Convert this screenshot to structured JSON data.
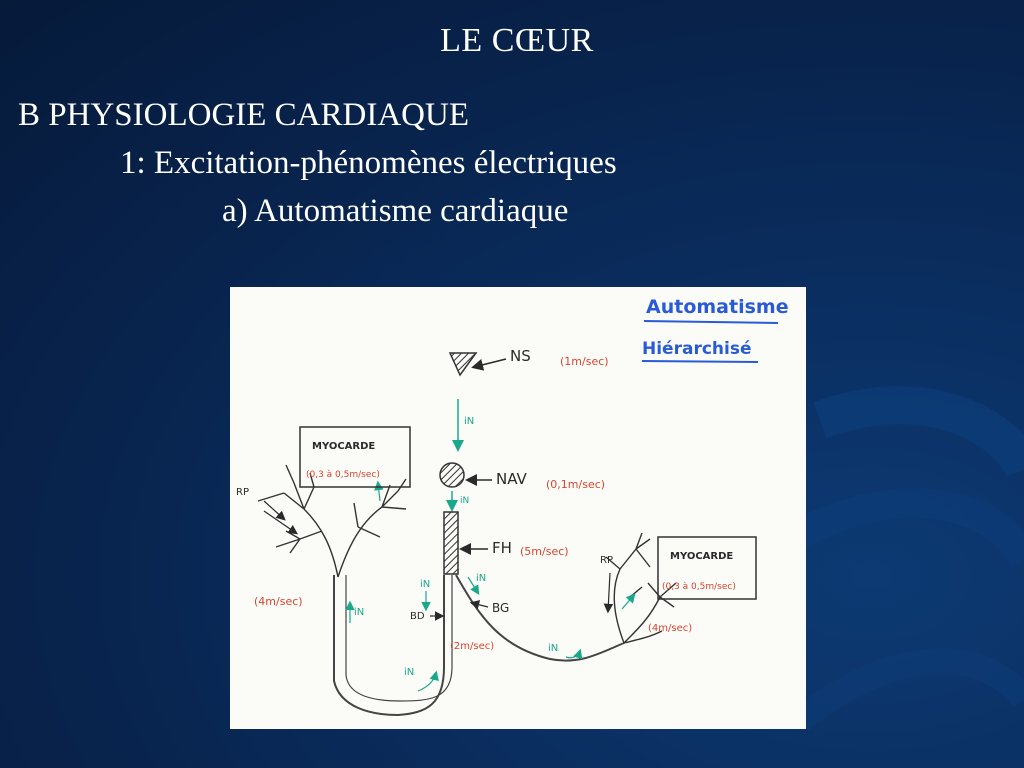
{
  "slide": {
    "title": "LE CŒUR",
    "heading": "B PHYSIOLOGIE CARDIAQUE",
    "subheading": "1: Excitation-phénomènes électriques",
    "subsubheading": "a) Automatisme cardiaque"
  },
  "diagram": {
    "title_line1": "Automatisme",
    "title_line2": "Hiérarchisé",
    "ns_label": "NS",
    "ns_speed": "(1m/sec)",
    "nav_label": "NAV",
    "nav_speed": "(0,1m/sec)",
    "fh_label": "FH",
    "fh_speed": "(5m/sec)",
    "bd_label": "BD",
    "bg_label": "BG",
    "branch_speed": "(2m/sec)",
    "myocarde_left": "MYOCARDE",
    "myocarde_left_speed": "(0,3 à 0,5m/sec)",
    "myocarde_right": "MYOCARDE",
    "myocarde_right_speed": "(0,3 à 0,5m/sec)",
    "rp_left": "RP",
    "rp_right": "RP",
    "purkinje_left_speed": "(4m/sec)",
    "purkinje_right_speed": "(4m/sec)",
    "in_label": "iN",
    "colors": {
      "red": "#d9442e",
      "green": "#19a98a",
      "blue": "#2a5bd7",
      "ink": "#2a2a2a"
    }
  }
}
